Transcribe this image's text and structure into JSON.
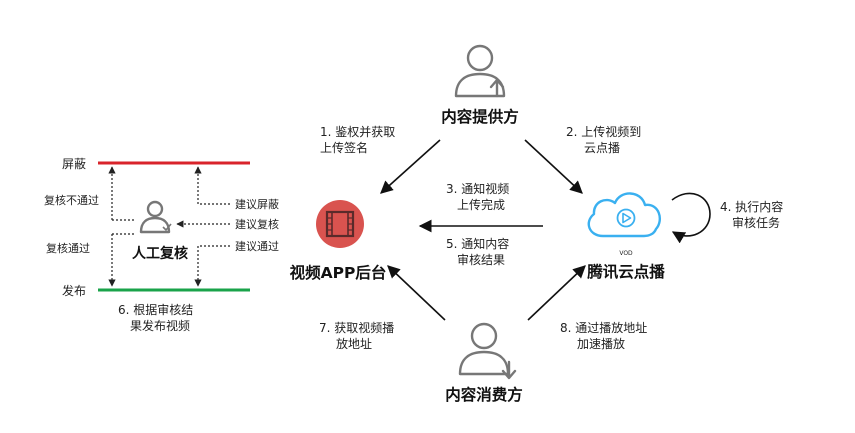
{
  "nodes": {
    "provider": "内容提供方",
    "backend": "视频APP后台",
    "vod": "腾讯云点播",
    "vod_badge": "VOD",
    "consumer": "内容消费方",
    "review": "人工复核"
  },
  "steps": {
    "s1": [
      "1. 鉴权并获取",
      "上传签名"
    ],
    "s2": [
      "2. 上传视频到",
      "云点播"
    ],
    "s3": [
      "3. 通知视频",
      "上传完成"
    ],
    "s4": [
      "4. 执行内容",
      "审核任务"
    ],
    "s5": [
      "5. 通知内容",
      "审核结果"
    ],
    "s6": [
      "6. 根据审核结",
      "果发布视频"
    ],
    "s7": [
      "7. 获取视频播",
      "放地址"
    ],
    "s8": [
      "8. 通过播放地址",
      "加速播放"
    ]
  },
  "review_panel": {
    "block_label": "屏蔽",
    "publish_label": "发布",
    "recheck_fail": "复核不通过",
    "recheck_pass": "复核通过",
    "suggest_block": "建议屏蔽",
    "suggest_recheck": "建议复核",
    "suggest_pass": "建议通过"
  },
  "colors": {
    "block_line": "#d9242b",
    "publish_line": "#1aa34a",
    "backend_circle": "#d9534f",
    "cloud_stroke": "#3ab0f0",
    "person_stroke": "#777777"
  }
}
